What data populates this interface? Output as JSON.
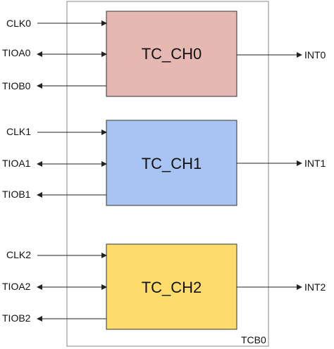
{
  "block": {
    "label": "TCB0"
  },
  "channels": [
    {
      "name": "TC_CH0",
      "color": "#e6b8b2",
      "inputs": [
        "CLK0",
        "TIOA0",
        "TIOB0"
      ],
      "output": "INT0"
    },
    {
      "name": "TC_CH1",
      "color": "#a9c4f2",
      "inputs": [
        "CLK1",
        "TIOA1",
        "TIOB1"
      ],
      "output": "INT1"
    },
    {
      "name": "TC_CH2",
      "color": "#fddc6c",
      "inputs": [
        "CLK2",
        "TIOA2",
        "TIOB2"
      ],
      "output": "INT2"
    }
  ],
  "colors": {
    "stroke": "#333333",
    "outer_border": "#888888",
    "text": "#111111"
  }
}
